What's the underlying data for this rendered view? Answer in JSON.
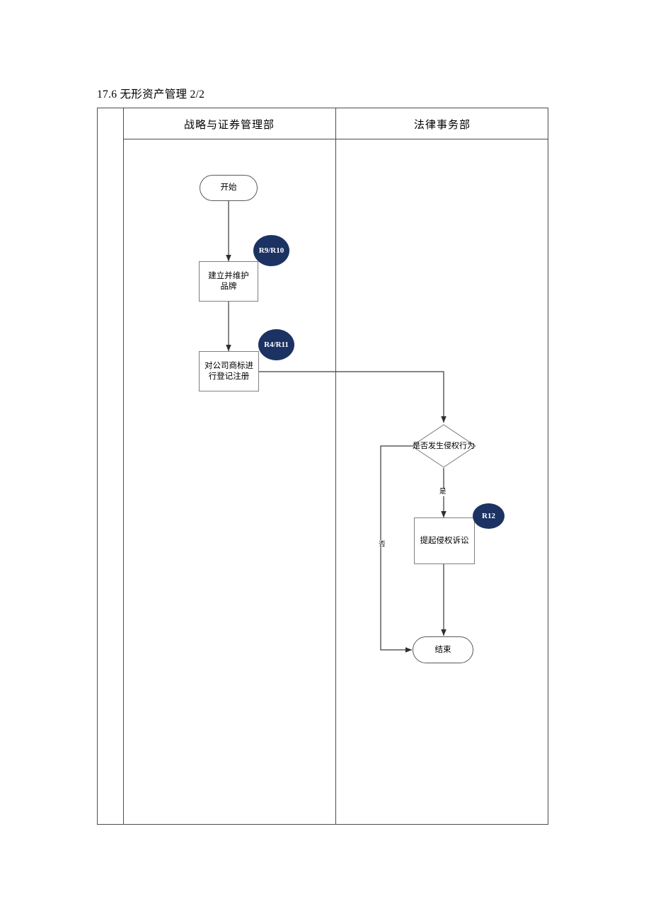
{
  "document": {
    "title": "17.6 无形资产管理 2/2"
  },
  "swimlanes": {
    "headers": [
      {
        "label": "战略与证券管理部"
      },
      {
        "label": "法律事务部"
      }
    ]
  },
  "flow": {
    "nodes": [
      {
        "id": "start",
        "type": "terminator",
        "label": "开始",
        "lane": 0
      },
      {
        "id": "brand",
        "type": "process",
        "label": "建立并维护品牌",
        "lane": 0
      },
      {
        "id": "trademark",
        "type": "process",
        "label": "对公司商标进行登记注册",
        "lane": 0
      },
      {
        "id": "infringe",
        "type": "decision",
        "label": "是否发生侵权行为",
        "lane": 1
      },
      {
        "id": "lawsuit",
        "type": "process",
        "label": "提起侵权诉讼",
        "lane": 1
      },
      {
        "id": "end",
        "type": "terminator",
        "label": "结束",
        "lane": 1
      }
    ],
    "badges": [
      {
        "id": "badge-1",
        "label": "R9/R10",
        "attached_to": "brand"
      },
      {
        "id": "badge-2",
        "label": "R4/R11",
        "attached_to": "trademark"
      },
      {
        "id": "badge-3",
        "label": "R12",
        "attached_to": "lawsuit"
      }
    ],
    "edge_labels": [
      {
        "id": "edge-yes",
        "label": "是",
        "from": "infringe",
        "to": "lawsuit"
      },
      {
        "id": "edge-no",
        "label": "否",
        "from": "infringe",
        "to": "end"
      }
    ]
  },
  "colors": {
    "badge_fill": "#1b3263",
    "badge_text": "#ffffff",
    "table_border": "#4c4c4c",
    "node_border": "#808080",
    "terminator_border": "#595959",
    "connector": "#3f3f3f",
    "page_background": "#ffffff"
  }
}
